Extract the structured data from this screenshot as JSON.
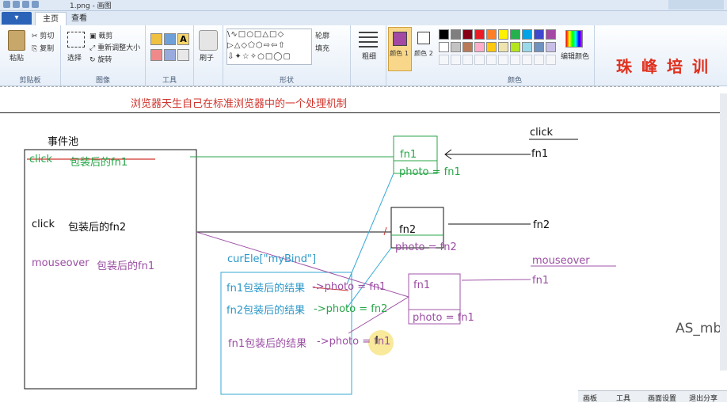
{
  "window": {
    "title": "1.png - 画图"
  },
  "tabs": {
    "file": "▾",
    "home": "主页",
    "view": "查看"
  },
  "ribbon": {
    "clipboard": {
      "paste": "粘贴",
      "cut": "剪切",
      "copy": "复制",
      "label": "剪贴板"
    },
    "image": {
      "select": "选择",
      "crop": "裁剪",
      "resize": "重新调整大小",
      "rotate": "旋转",
      "label": "图像"
    },
    "tools": {
      "label": "工具"
    },
    "brushes": {
      "label": "刷子"
    },
    "shapes": {
      "outline": "轮廓",
      "fill": "填充",
      "label": "形状"
    },
    "size": {
      "label": "粗细"
    },
    "color1": {
      "label": "颜色 1"
    },
    "color2": {
      "label": "颜色 2"
    },
    "colors": {
      "label": "颜色",
      "edit": "编辑颜色"
    },
    "brand": "珠峰培训",
    "palette": [
      "#000000",
      "#7f7f7f",
      "#880015",
      "#ed1c24",
      "#ff7f27",
      "#fff200",
      "#22b14c",
      "#00a2e8",
      "#3f48cc",
      "#a349a4",
      "#ffffff",
      "#c3c3c3",
      "#b97a57",
      "#ffaec9",
      "#ffc90e",
      "#efe4b0",
      "#b5e61d",
      "#99d9ea",
      "#7092be",
      "#c8bfe7"
    ],
    "color1_value": "#a349a4",
    "color2_value": "#ffffff"
  },
  "canvas": {
    "heading": "浏览器天生自己在标准浏览器中的一个处理机制",
    "event_pool": "事件池",
    "pool_items": [
      {
        "event": "click",
        "fn": "包装后的fn1"
      },
      {
        "event": "click",
        "fn": "包装后的fn2"
      },
      {
        "event": "mouseover",
        "fn": "包装后的fn1"
      }
    ],
    "cur_ele": "curEle[\"myBind\"]",
    "results": [
      {
        "label": "fn1包装后的结果",
        "arrow": "->photo = fn1"
      },
      {
        "label": "fn2包装后的结果",
        "arrow": "->photo = fn2"
      },
      {
        "label": "fn1包装后的结果",
        "arrow": "->photo = fn1"
      }
    ],
    "box_fn1": {
      "title": "fn1",
      "photo": "photo = fn1"
    },
    "box_fn2": {
      "title": "fn2",
      "photo": "photo = fn2"
    },
    "box_fn1b": {
      "title": "fn1",
      "photo": "photo = fn1"
    },
    "right_click": "click",
    "right_fn1": "fn1",
    "right_fn2": "fn2",
    "right_mouseover": "mouseover",
    "right_fn1b": "fn1",
    "watermark": "AS_mbl"
  },
  "status": {
    "canvas": "画板",
    "tools": "工具",
    "canvas_settings": "画面设置",
    "exit_share": "退出分享"
  }
}
